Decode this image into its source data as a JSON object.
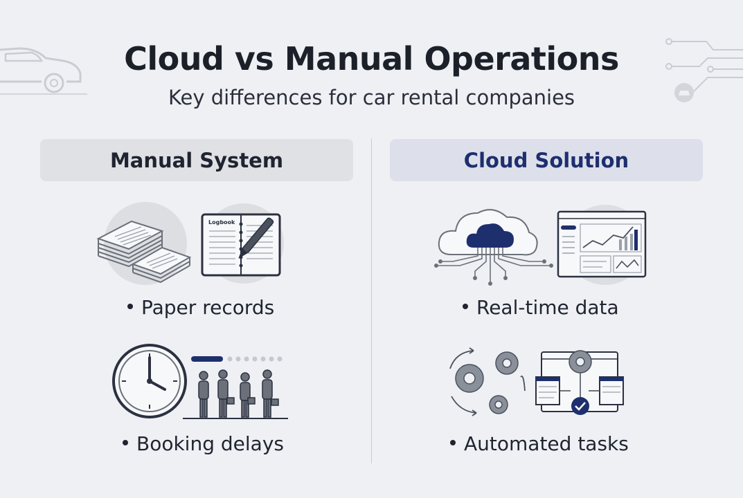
{
  "header": {
    "title": "Cloud vs Manual Operations",
    "subtitle": "Key differences for car rental companies"
  },
  "columns": {
    "manual": {
      "heading": "Manual System",
      "items": [
        {
          "label": "Paper records",
          "icon": "paper-records-icon"
        },
        {
          "label": "Booking delays",
          "icon": "booking-delays-icon"
        }
      ],
      "logbook_label": "Logbook"
    },
    "cloud": {
      "heading": "Cloud Solution",
      "items": [
        {
          "label": "Real-time data",
          "icon": "real-time-data-icon"
        },
        {
          "label": "Automated tasks",
          "icon": "automated-tasks-icon"
        }
      ]
    }
  },
  "colors": {
    "background": "#eef0f4",
    "accent_navy": "#1e2f6e",
    "gray": "#6b7079",
    "manual_header_bg": "#dfe1e5",
    "cloud_header_bg": "#dde0ea"
  }
}
